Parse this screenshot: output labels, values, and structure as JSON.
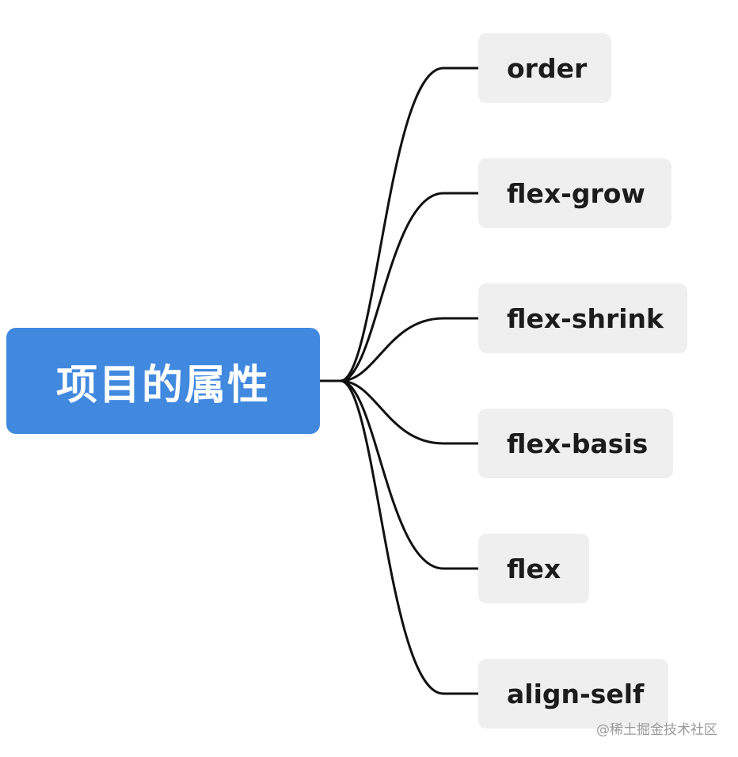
{
  "mindmap": {
    "root": {
      "label": "项目的属性",
      "color": "#4189df"
    },
    "children": [
      {
        "label": "order"
      },
      {
        "label": "flex-grow"
      },
      {
        "label": "flex-shrink"
      },
      {
        "label": "flex-basis"
      },
      {
        "label": "flex"
      },
      {
        "label": "align-self"
      }
    ],
    "node_background": "#efefef",
    "connector_color": "#111111"
  },
  "watermark": "@稀土掘金技术社区"
}
